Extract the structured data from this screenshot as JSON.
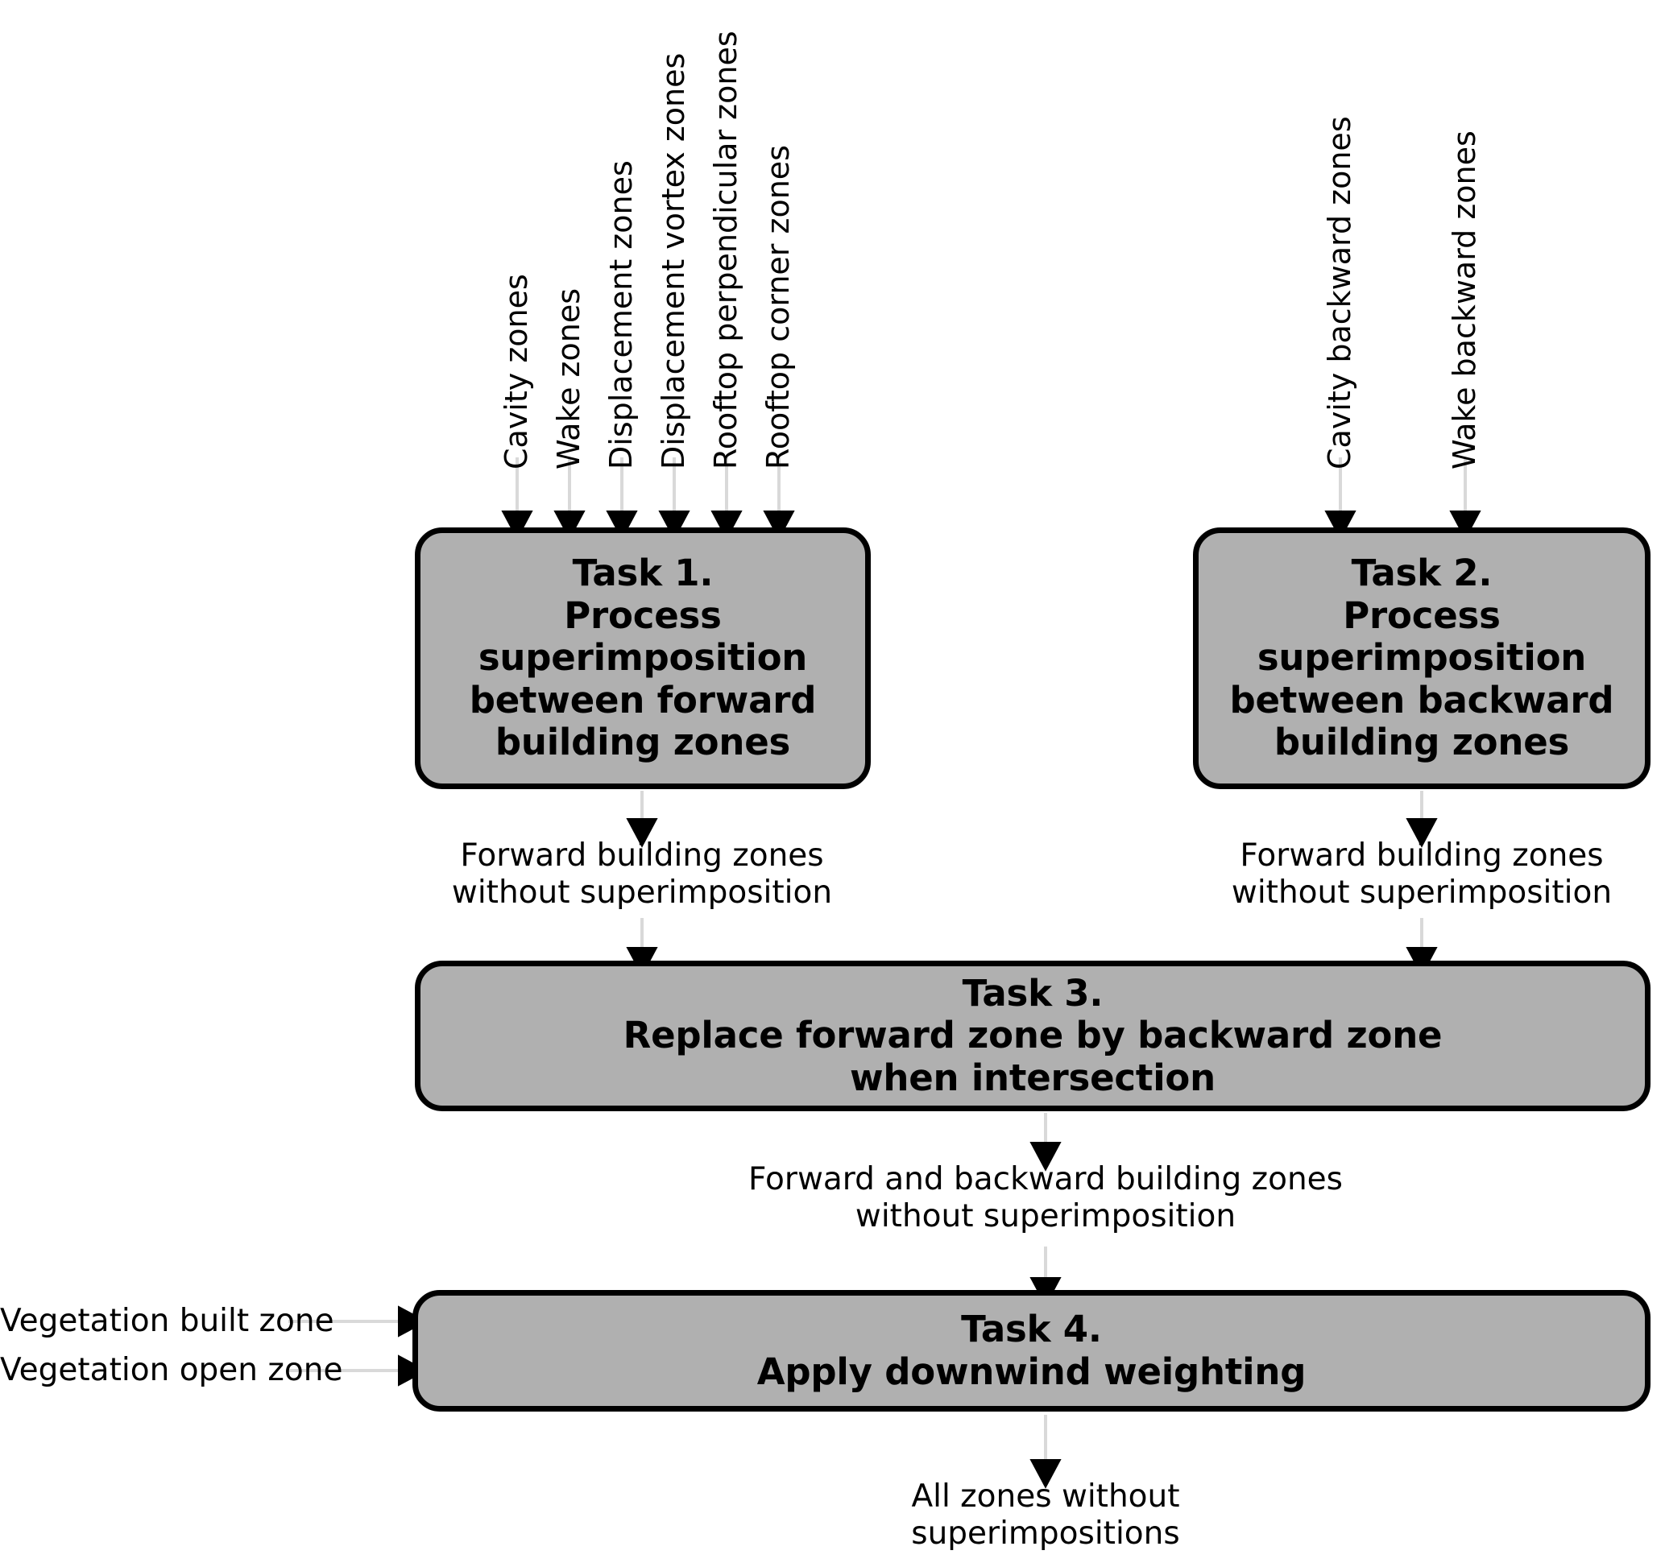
{
  "diagram": {
    "title": "Zone superimposition processing workflow",
    "colors": {
      "box_fill": "#b0b0b0",
      "box_border": "#000000",
      "connector": "#d9d9d9",
      "arrowhead": "#000000",
      "background": "#ffffff",
      "text": "#000000"
    },
    "forward_inputs": [
      {
        "label": "Cavity zones"
      },
      {
        "label": "Wake zones"
      },
      {
        "label": "Displacement zones"
      },
      {
        "label": "Displacement vortex zones"
      },
      {
        "label": "Rooftop perpendicular zones"
      },
      {
        "label": "Rooftop corner zones"
      }
    ],
    "backward_inputs": [
      {
        "label": "Cavity backward zones"
      },
      {
        "label": "Wake backward zones"
      }
    ],
    "vegetation_inputs": [
      {
        "label": "Vegetation built zone"
      },
      {
        "label": "Vegetation open zone"
      }
    ],
    "tasks": [
      {
        "id": "task1",
        "text": "Task 1.\nProcess\nsuperimposition\nbetween forward\nbuilding zones"
      },
      {
        "id": "task2",
        "text": "Task 2.\nProcess\nsuperimposition\nbetween backward\nbuilding zones"
      },
      {
        "id": "task3",
        "text": "Task 3.\nReplace forward zone by backward zone\nwhen intersection"
      },
      {
        "id": "task4",
        "text": "Task 4.\nApply downwind weighting"
      }
    ],
    "captions": [
      {
        "id": "cap-left",
        "text": "Forward building zones\nwithout superimposition"
      },
      {
        "id": "cap-right",
        "text": "Forward building zones\nwithout superimposition"
      },
      {
        "id": "cap-middle",
        "text": "Forward and backward building zones\nwithout superimposition"
      },
      {
        "id": "cap-output",
        "text": "All zones without\nsuperimpositions"
      }
    ]
  }
}
